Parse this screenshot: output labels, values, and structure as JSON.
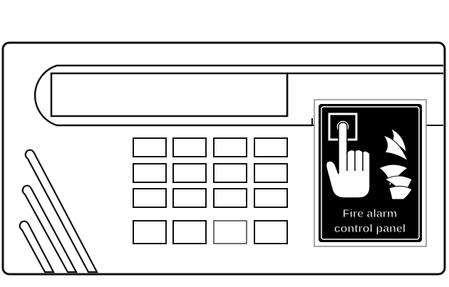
{
  "illustration": {
    "subject": "fire-alarm-control-panel",
    "line_color": "#111111",
    "background_color": "#ffffff",
    "keypad": {
      "rows": 4,
      "columns": 4
    },
    "sign": {
      "line1": "Fire alarm",
      "line2": "control panel",
      "icons": [
        "hand-pressing-button-icon",
        "flame-icon"
      ],
      "background_color": "#000000",
      "text_color": "#ffffff"
    }
  }
}
